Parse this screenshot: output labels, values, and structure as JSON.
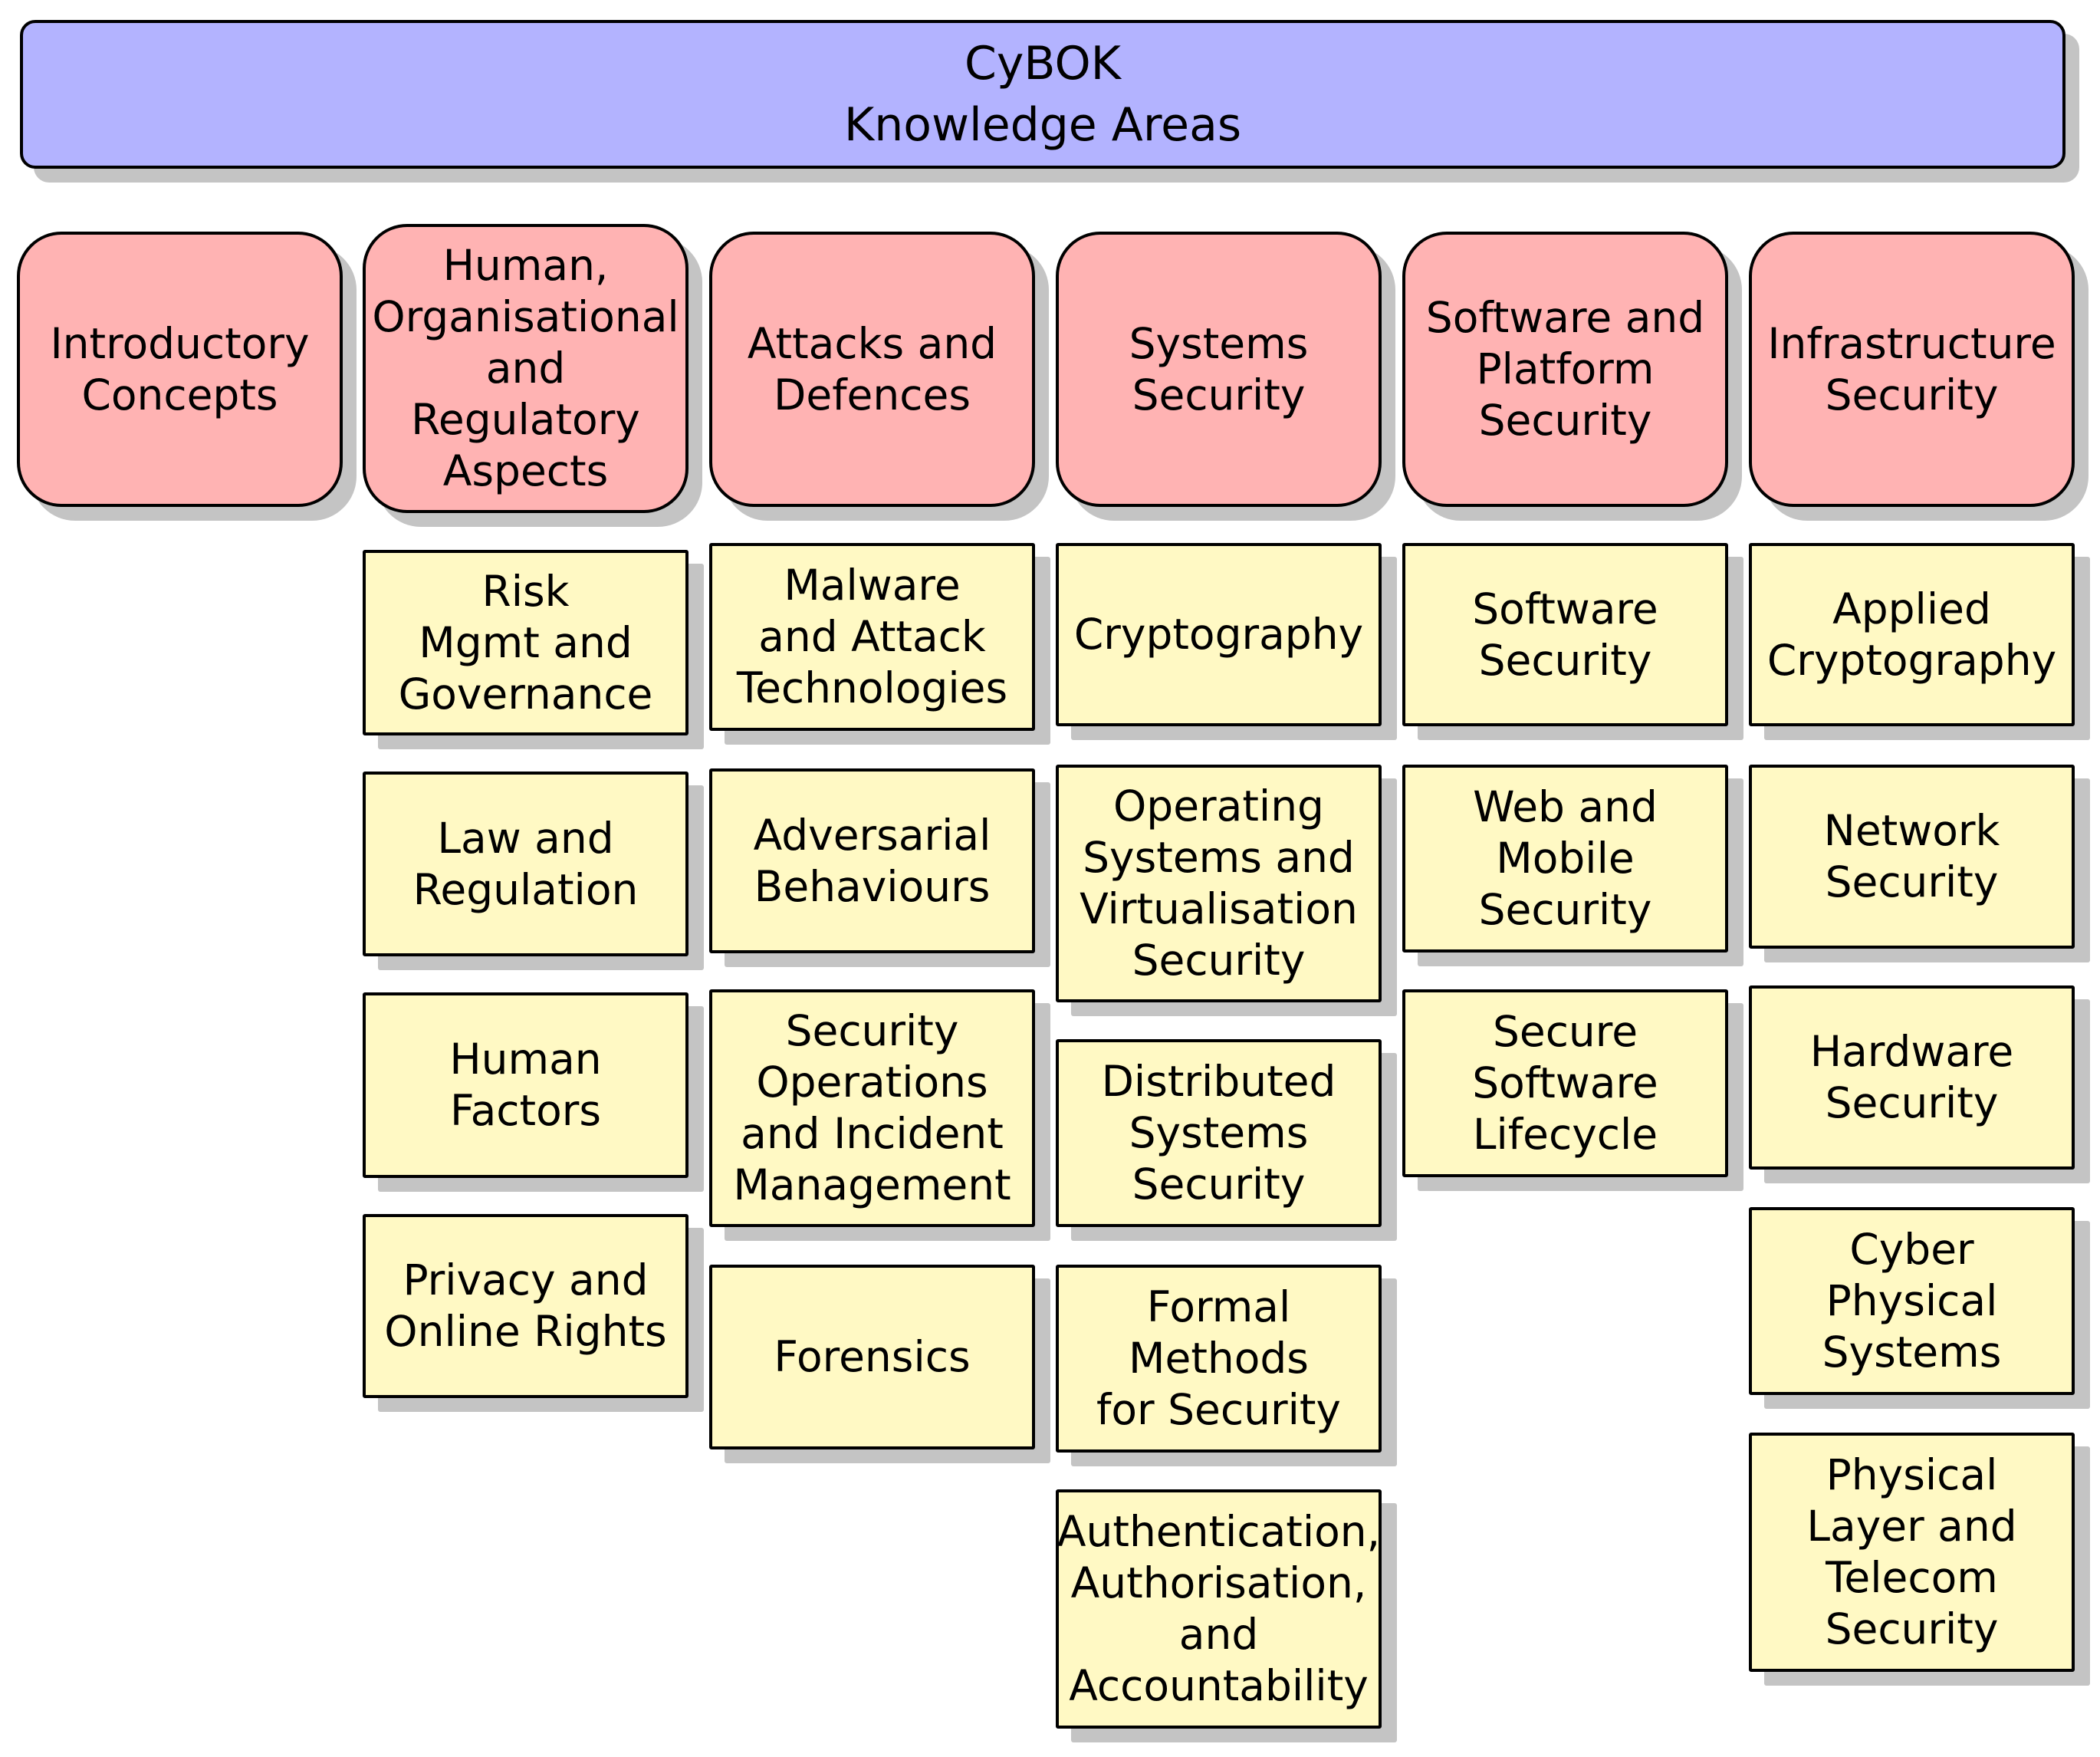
{
  "colors": {
    "root_fill": "#b3b3ff",
    "category_fill": "#ffb3b3",
    "topic_fill": "#fff9c4",
    "border": "#000000",
    "shadow": "#c4c4c4"
  },
  "root": {
    "title": "CyBOK\nKnowledge Areas"
  },
  "categories": [
    {
      "label": "Introductory\nConcepts",
      "topics": []
    },
    {
      "label": "Human,\nOrganisational\nand\nRegulatory\nAspects",
      "topics": [
        "Risk\nMgmt and\nGovernance",
        "Law and\nRegulation",
        "Human\nFactors",
        "Privacy and\nOnline Rights"
      ]
    },
    {
      "label": "Attacks and\nDefences",
      "topics": [
        "Malware\nand Attack\nTechnologies",
        "Adversarial\nBehaviours",
        "Security\nOperations\nand Incident\nManagement",
        "Forensics"
      ]
    },
    {
      "label": "Systems\nSecurity",
      "topics": [
        "Cryptography",
        "Operating\nSystems and\nVirtualisation\nSecurity",
        "Distributed\nSystems\nSecurity",
        "Formal\nMethods\nfor Security",
        "Authentication,\nAuthorisation,\nand\nAccountability"
      ]
    },
    {
      "label": "Software and\nPlatform\nSecurity",
      "topics": [
        "Software\nSecurity",
        "Web and\nMobile\nSecurity",
        "Secure\nSoftware\nLifecycle"
      ]
    },
    {
      "label": "Infrastructure\nSecurity",
      "topics": [
        "Applied\nCryptography",
        "Network\nSecurity",
        "Hardware\nSecurity",
        "Cyber\nPhysical\nSystems",
        "Physical\nLayer and\nTelecom\nSecurity"
      ]
    }
  ]
}
